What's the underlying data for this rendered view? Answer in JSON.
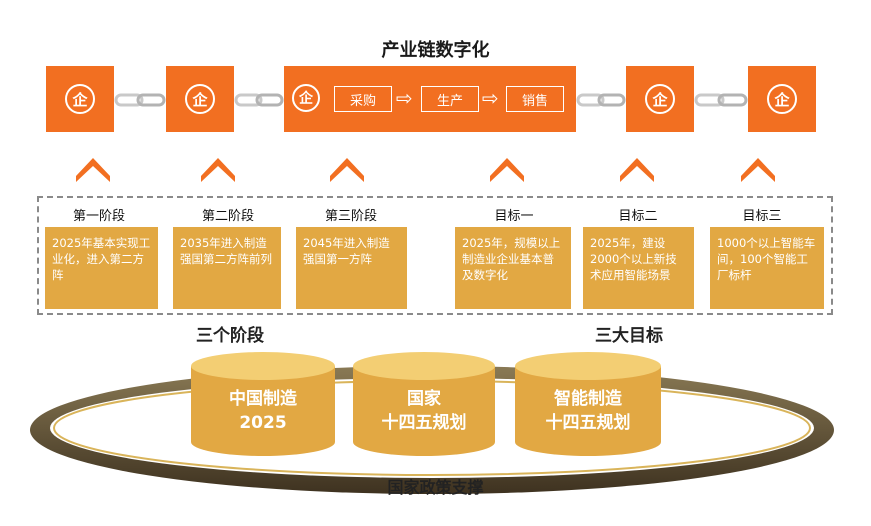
{
  "title": "产业链数字化",
  "enterprise_glyph": "企",
  "processes": [
    "采购",
    "生产",
    "销售"
  ],
  "stages": [
    {
      "label": "第一阶段",
      "text": "2025年基本实现工业化，进入第二方阵"
    },
    {
      "label": "第二阶段",
      "text": "2035年进入制造强国第二方阵前列"
    },
    {
      "label": "第三阶段",
      "text": "2045年进入制造强国第一方阵"
    }
  ],
  "goals": [
    {
      "label": "目标一",
      "text": "2025年，规模以上制造业企业基本普及数字化"
    },
    {
      "label": "目标二",
      "text": "2025年，建设2000个以上新技术应用智能场景"
    },
    {
      "label": "目标三",
      "text": "1000个以上智能车间，100个智能工厂标杆"
    }
  ],
  "stages_heading": "三个阶段",
  "goals_heading": "三大目标",
  "policies": [
    {
      "line1": "中国制造",
      "line2": "2025"
    },
    {
      "line1": "国家",
      "line2": "十四五规划"
    },
    {
      "line1": "智能制造",
      "line2": "十四五规划"
    }
  ],
  "support_label": "国家政策支撑",
  "colors": {
    "orange": "#f26f21",
    "gold": "#e2a843",
    "cylinder_top": "#f3ce73",
    "ring": "#5a4a2c",
    "chain": "#c9c9c9"
  }
}
